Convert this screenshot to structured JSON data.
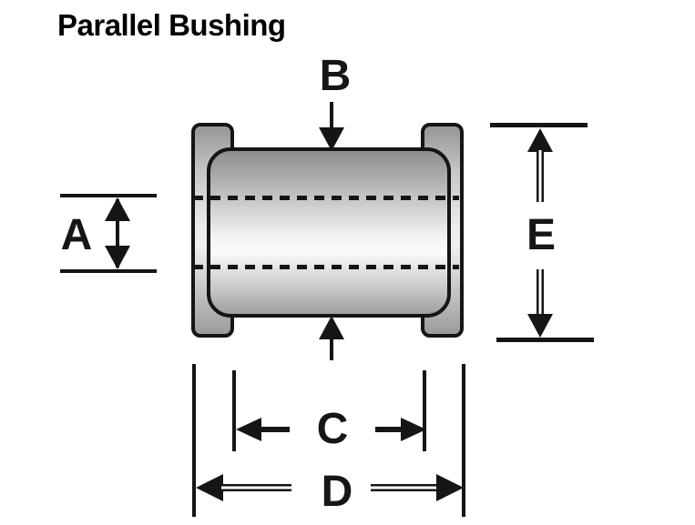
{
  "title": "Parallel Bushing",
  "labels": {
    "a": "A",
    "b": "B",
    "c": "C",
    "d": "D",
    "e": "E"
  },
  "colors": {
    "line": "#151515",
    "background": "#ffffff",
    "metal_shadow": "#8e8e8e",
    "metal_highlight": "#fbfbfb",
    "flange_shadow": "#969696"
  }
}
